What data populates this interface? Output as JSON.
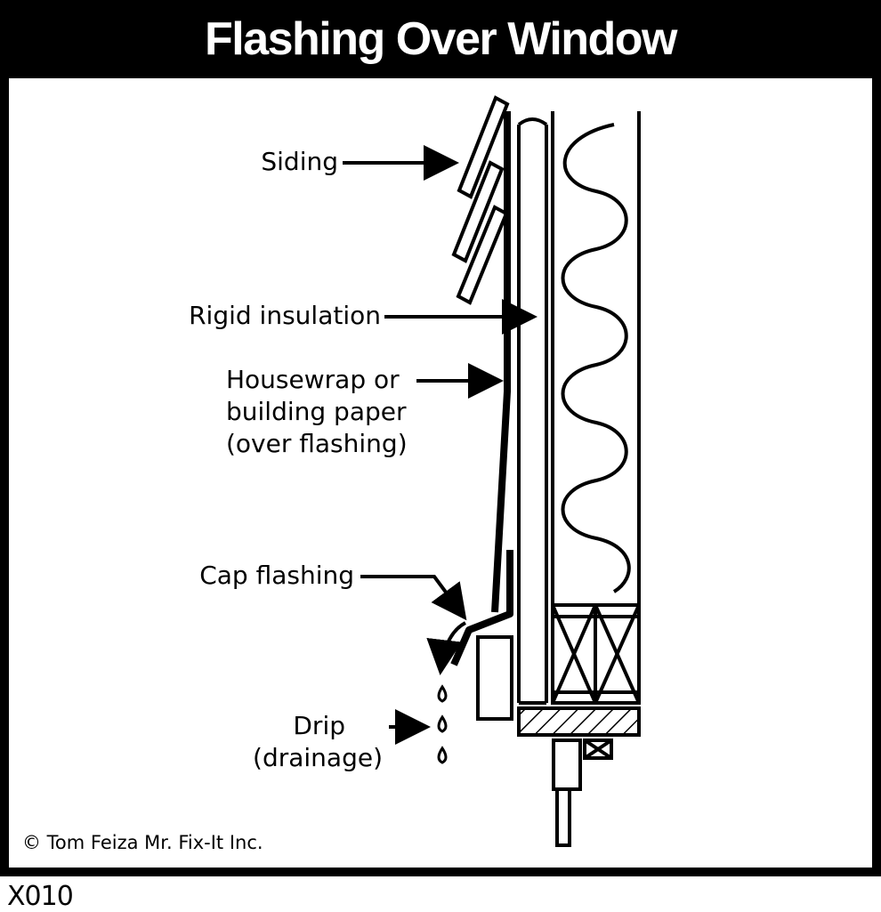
{
  "title": "Flashing Over Window",
  "labels": {
    "siding": "Siding",
    "rigid_insulation": "Rigid insulation",
    "housewrap_line1": "Housewrap or",
    "housewrap_line2": "building paper",
    "housewrap_line3": "(over flashing)",
    "cap_flashing": "Cap flashing",
    "drip_line1": "Drip",
    "drip_line2": "(drainage)"
  },
  "copyright": "© Tom Feiza Mr. Fix-It Inc.",
  "code": "X010",
  "colors": {
    "ink": "#000000",
    "paper": "#ffffff"
  }
}
